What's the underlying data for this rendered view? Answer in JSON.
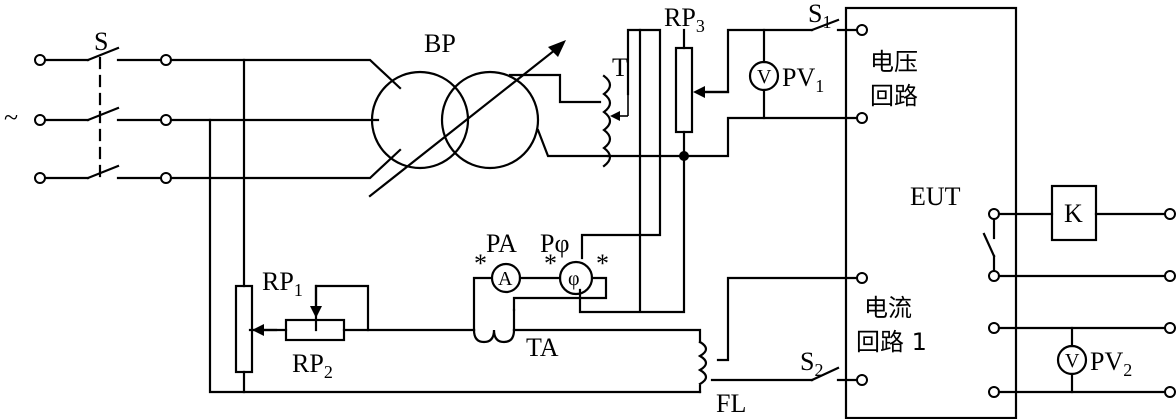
{
  "labels": {
    "s": "S",
    "ac": "~",
    "bp": "BP",
    "t": "T",
    "rp3_main": "RP",
    "rp3_sub": "3",
    "s1_main": "S",
    "s1_sub": "1",
    "pv1_main": "PV",
    "pv1_sub": "1",
    "voltage_circuit_1": "电压",
    "voltage_circuit_2": "回路",
    "eut": "EUT",
    "k": "K",
    "pa": "PA",
    "pphi": "Pφ",
    "star": "*",
    "rp1_main": "RP",
    "rp1_sub": "1",
    "rp2_main": "RP",
    "rp2_sub": "2",
    "ta": "TA",
    "current_circuit_1": "电流",
    "current_circuit_2": "回路 1",
    "s2_main": "S",
    "s2_sub": "2",
    "fl": "FL",
    "pv2_main": "PV",
    "pv2_sub": "2",
    "meter_v": "V",
    "meter_a": "A",
    "meter_phi": "φ"
  }
}
